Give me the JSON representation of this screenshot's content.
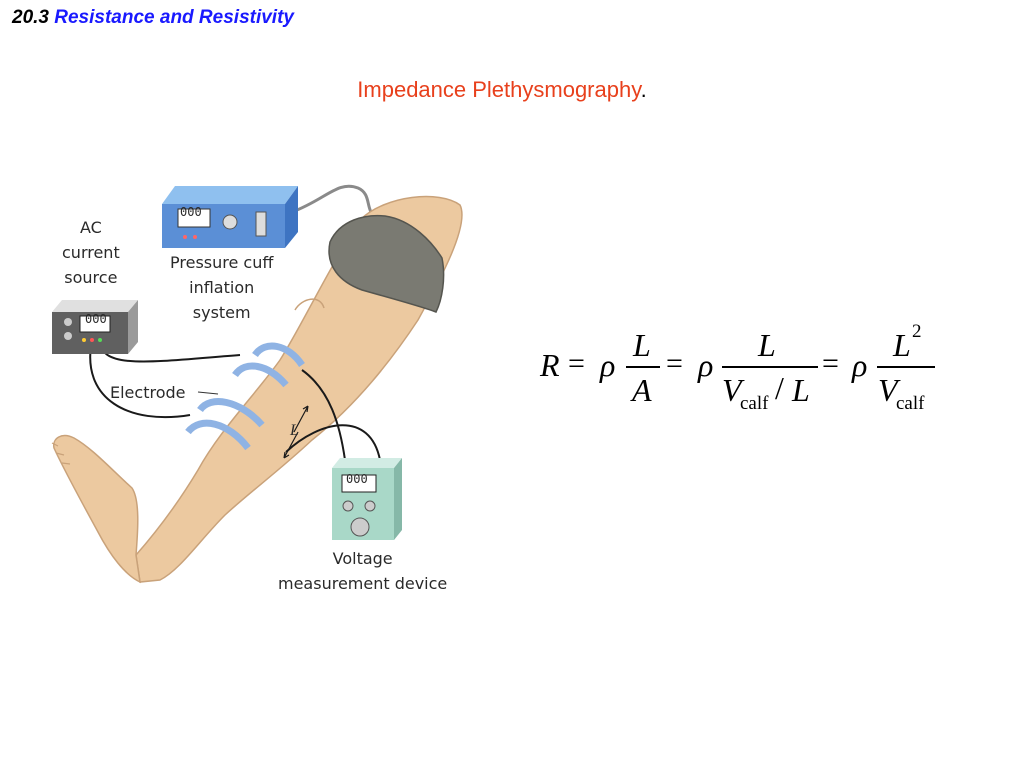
{
  "header": {
    "number": "20.3",
    "title": "Resistance and Resistivity"
  },
  "subtitle": {
    "text": "Impedance Plethysmography",
    "punct": "."
  },
  "figure": {
    "labels": {
      "ac_source": [
        "AC",
        "current",
        "source"
      ],
      "pressure_cuff": [
        "Pressure cuff",
        "inflation",
        "system"
      ],
      "electrode": "Electrode",
      "length": "L",
      "voltage_device": [
        "Voltage",
        "measurement device"
      ]
    },
    "displays": {
      "cuff": "000",
      "source": "000",
      "voltage": "000"
    },
    "colors": {
      "skin": "#ecc9a0",
      "cuff": "#7a7a72",
      "band": "#8fb3e4",
      "cuff_box": "#5b8fd6",
      "meter": "#a9d8c8"
    }
  },
  "equation": {
    "r": "R",
    "eq": "=",
    "rho": "ρ",
    "L": "L",
    "A": "A",
    "V": "V",
    "sub": "calf",
    "slash": "/",
    "exp": "2"
  }
}
